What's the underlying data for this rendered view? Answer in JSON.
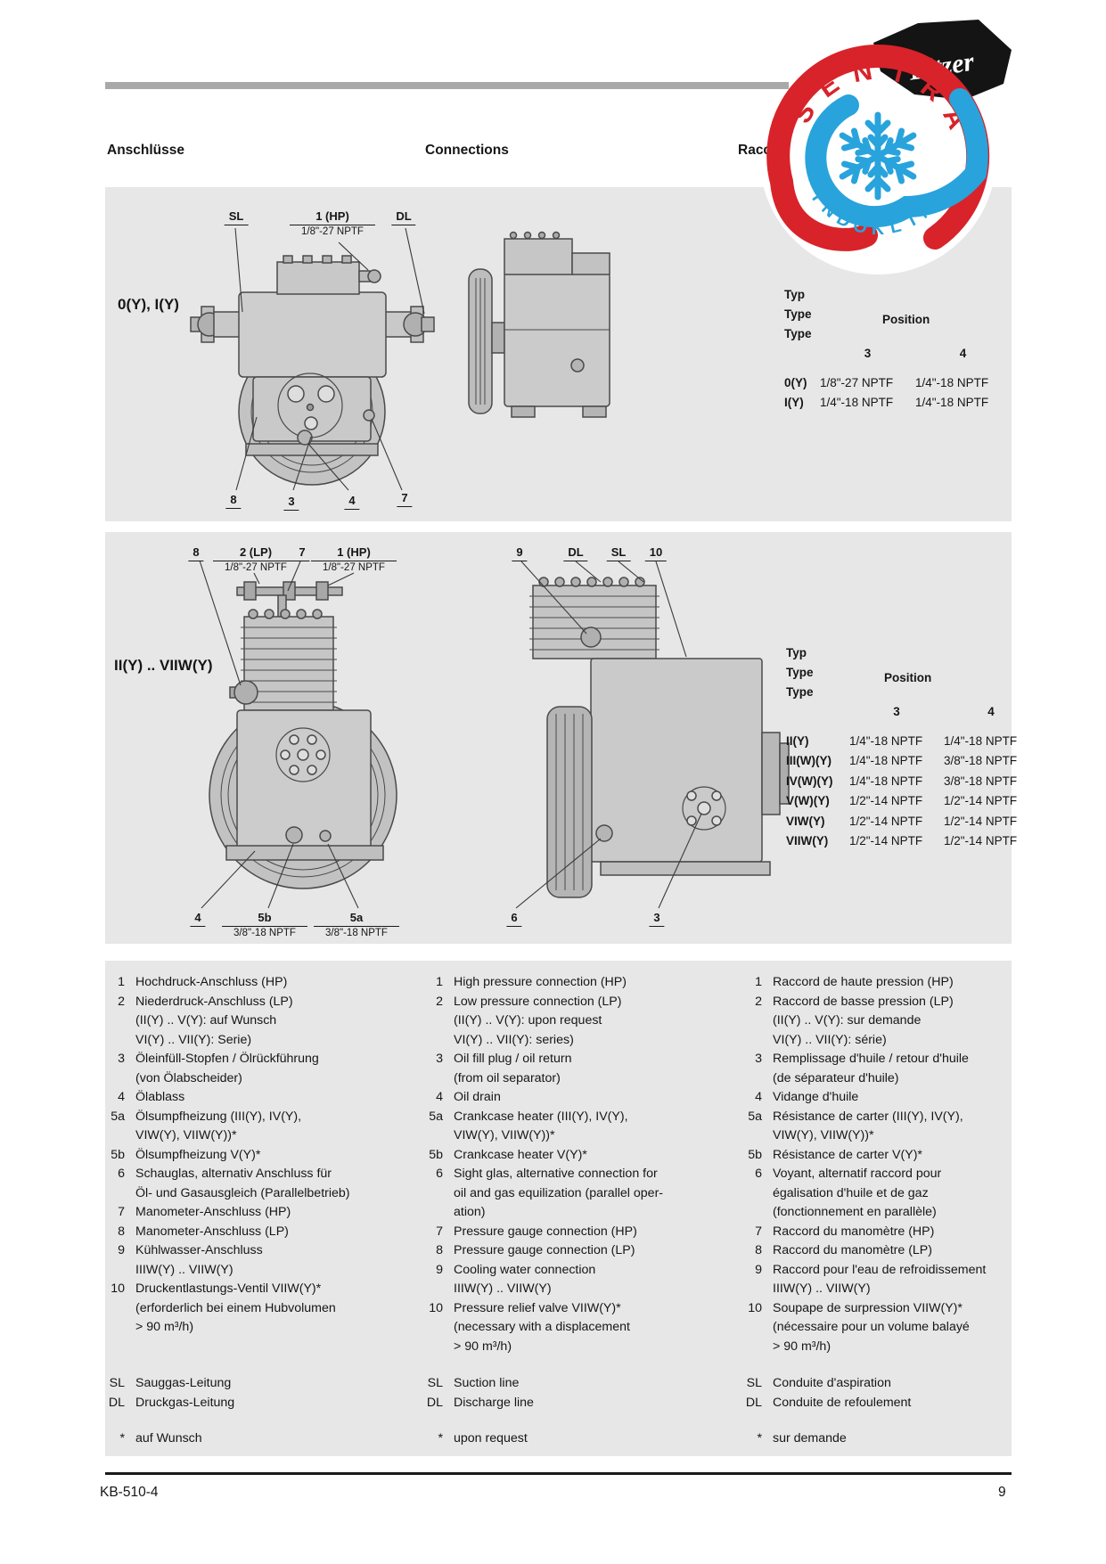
{
  "header": {
    "title_de": "Anschlüsse",
    "title_en": "Connections",
    "title_fr": "Raccords"
  },
  "logo": {
    "arc_top": "SENTRA",
    "arc_bottom": "INDOKLIMA",
    "brand": "Bitzer",
    "red": "#d8232a",
    "blue": "#29a3dc"
  },
  "panel1": {
    "model_label": "0(Y), I(Y)",
    "callouts": [
      {
        "label": "SL"
      },
      {
        "label": "1 (HP)",
        "sub": "1/8\"-27 NPTF"
      },
      {
        "label": "DL"
      },
      {
        "label": "8"
      },
      {
        "label": "3"
      },
      {
        "label": "4"
      },
      {
        "label": "7"
      }
    ],
    "table": {
      "type_lines": [
        "Typ",
        "Type",
        "Type"
      ],
      "position_label": "Position",
      "cols": [
        "3",
        "4"
      ],
      "rows": [
        [
          "0(Y)",
          "1/8\"-27 NPTF",
          "1/4\"-18 NPTF"
        ],
        [
          "I(Y)",
          "1/4\"-18 NPTF",
          "1/4\"-18 NPTF"
        ]
      ]
    }
  },
  "panel2": {
    "model_label": "II(Y) .. VIIW(Y)",
    "callouts": [
      {
        "label": "8"
      },
      {
        "label": "2 (LP)",
        "sub": "1/8\"-27 NPTF"
      },
      {
        "label": "7"
      },
      {
        "label": "1 (HP)",
        "sub": "1/8\"-27 NPTF"
      },
      {
        "label": "9"
      },
      {
        "label": "DL"
      },
      {
        "label": "SL"
      },
      {
        "label": "10"
      },
      {
        "label": "4"
      },
      {
        "label": "5b",
        "sub": "3/8\"-18 NPTF"
      },
      {
        "label": "5a",
        "sub": "3/8\"-18 NPTF"
      },
      {
        "label": "6"
      },
      {
        "label": "3"
      }
    ],
    "table": {
      "type_lines": [
        "Typ",
        "Type",
        "Type"
      ],
      "position_label": "Position",
      "cols": [
        "3",
        "4"
      ],
      "rows": [
        [
          "II(Y)",
          "1/4\"-18 NPTF",
          "1/4\"-18 NPTF"
        ],
        [
          "III(W)(Y)",
          "1/4\"-18 NPTF",
          "3/8\"-18 NPTF"
        ],
        [
          "IV(W)(Y)",
          "1/4\"-18 NPTF",
          "3/8\"-18 NPTF"
        ],
        [
          "V(W)(Y)",
          "1/2\"-14 NPTF",
          "1/2\"-14 NPTF"
        ],
        [
          "VIW(Y)",
          "1/2\"-14 NPTF",
          "1/2\"-14 NPTF"
        ],
        [
          "VIIW(Y)",
          "1/2\"-14 NPTF",
          "1/2\"-14 NPTF"
        ]
      ]
    }
  },
  "legend": {
    "columns": [
      {
        "lang": "de",
        "items": [
          {
            "n": "1",
            "t": [
              "Hochdruck-Anschluss (HP)"
            ]
          },
          {
            "n": "2",
            "t": [
              "Niederdruck-Anschluss (LP)",
              "(II(Y) .. V(Y): auf Wunsch",
              "VI(Y) .. VII(Y): Serie)"
            ]
          },
          {
            "n": "3",
            "t": [
              "Öleinfüll-Stopfen / Ölrückführung",
              "(von Ölabscheider)"
            ]
          },
          {
            "n": "4",
            "t": [
              "Ölablass"
            ]
          },
          {
            "n": "5a",
            "t": [
              "Ölsumpfheizung (III(Y), IV(Y),",
              "VIW(Y), VIIW(Y))*"
            ]
          },
          {
            "n": "5b",
            "t": [
              "Ölsumpfheizung V(Y)*"
            ]
          },
          {
            "n": "6",
            "t": [
              "Schauglas, alternativ Anschluss für",
              "Öl- und Gasausgleich (Parallelbetrieb)"
            ]
          },
          {
            "n": "7",
            "t": [
              "Manometer-Anschluss (HP)"
            ]
          },
          {
            "n": "8",
            "t": [
              "Manometer-Anschluss (LP)"
            ]
          },
          {
            "n": "9",
            "t": [
              "Kühlwasser-Anschluss",
              "IIIW(Y) .. VIIW(Y)"
            ]
          },
          {
            "n": "10",
            "t": [
              "Druckentlastungs-Ventil VIIW(Y)*",
              "(erforderlich bei einem Hubvolumen",
              "> 90 m³/h)"
            ]
          }
        ],
        "lines": [
          {
            "n": "SL",
            "t": "Sauggas-Leitung"
          },
          {
            "n": "DL",
            "t": "Druckgas-Leitung"
          }
        ],
        "footnote": {
          "n": "*",
          "t": "auf Wunsch"
        }
      },
      {
        "lang": "en",
        "items": [
          {
            "n": "1",
            "t": [
              "High pressure connection (HP)"
            ]
          },
          {
            "n": "2",
            "t": [
              "Low pressure connection (LP)",
              "(II(Y) .. V(Y): upon request",
              "VI(Y) .. VII(Y): series)"
            ]
          },
          {
            "n": "3",
            "t": [
              "Oil fill plug / oil return",
              "(from oil separator)"
            ]
          },
          {
            "n": "4",
            "t": [
              "Oil drain"
            ]
          },
          {
            "n": "5a",
            "t": [
              "Crankcase heater (III(Y), IV(Y),",
              "VIW(Y), VIIW(Y))*"
            ]
          },
          {
            "n": "5b",
            "t": [
              "Crankcase heater V(Y)*"
            ]
          },
          {
            "n": "6",
            "t": [
              "Sight glas, alternative connection for",
              "oil and gas equilization (parallel oper-",
              "ation)"
            ]
          },
          {
            "n": "7",
            "t": [
              "Pressure gauge connection (HP)"
            ]
          },
          {
            "n": "8",
            "t": [
              "Pressure gauge connection (LP)"
            ]
          },
          {
            "n": "9",
            "t": [
              "Cooling water connection",
              "IIIW(Y) .. VIIW(Y)"
            ]
          },
          {
            "n": "10",
            "t": [
              "Pressure relief valve VIIW(Y)*",
              "(necessary with a displacement",
              "> 90 m³/h)"
            ]
          }
        ],
        "lines": [
          {
            "n": "SL",
            "t": "Suction line"
          },
          {
            "n": "DL",
            "t": "Discharge line"
          }
        ],
        "footnote": {
          "n": "*",
          "t": "upon request"
        }
      },
      {
        "lang": "fr",
        "items": [
          {
            "n": "1",
            "t": [
              "Raccord de haute pression (HP)"
            ]
          },
          {
            "n": "2",
            "t": [
              "Raccord de basse pression (LP)",
              "(II(Y) .. V(Y): sur demande",
              "VI(Y) .. VII(Y): série)"
            ]
          },
          {
            "n": "3",
            "t": [
              "Remplissage d'huile / retour d'huile",
              "(de séparateur d'huile)"
            ]
          },
          {
            "n": "4",
            "t": [
              "Vidange d'huile"
            ]
          },
          {
            "n": "5a",
            "t": [
              "Résistance de carter (III(Y), IV(Y),",
              "VIW(Y), VIIW(Y))*"
            ]
          },
          {
            "n": "5b",
            "t": [
              "Résistance de carter V(Y)*"
            ]
          },
          {
            "n": "6",
            "t": [
              "Voyant, alternatif raccord pour",
              "égalisation d'huile et de gaz",
              "(fonctionnement en parallèle)"
            ]
          },
          {
            "n": "7",
            "t": [
              "Raccord du manomètre (HP)"
            ]
          },
          {
            "n": "8",
            "t": [
              "Raccord du manomètre (LP)"
            ]
          },
          {
            "n": "9",
            "t": [
              "Raccord pour l'eau de refroidissement",
              "IIIW(Y) .. VIIW(Y)"
            ]
          },
          {
            "n": "10",
            "t": [
              "Soupape de surpression VIIW(Y)*",
              "(nécessaire pour un volume balayé",
              "> 90 m³/h)"
            ]
          }
        ],
        "lines": [
          {
            "n": "SL",
            "t": "Conduite d'aspiration"
          },
          {
            "n": "DL",
            "t": "Conduite de refoulement"
          }
        ],
        "footnote": {
          "n": "*",
          "t": "sur demande"
        }
      }
    ]
  },
  "footer": {
    "doc_number": "KB-510-4",
    "page_number": "9"
  }
}
